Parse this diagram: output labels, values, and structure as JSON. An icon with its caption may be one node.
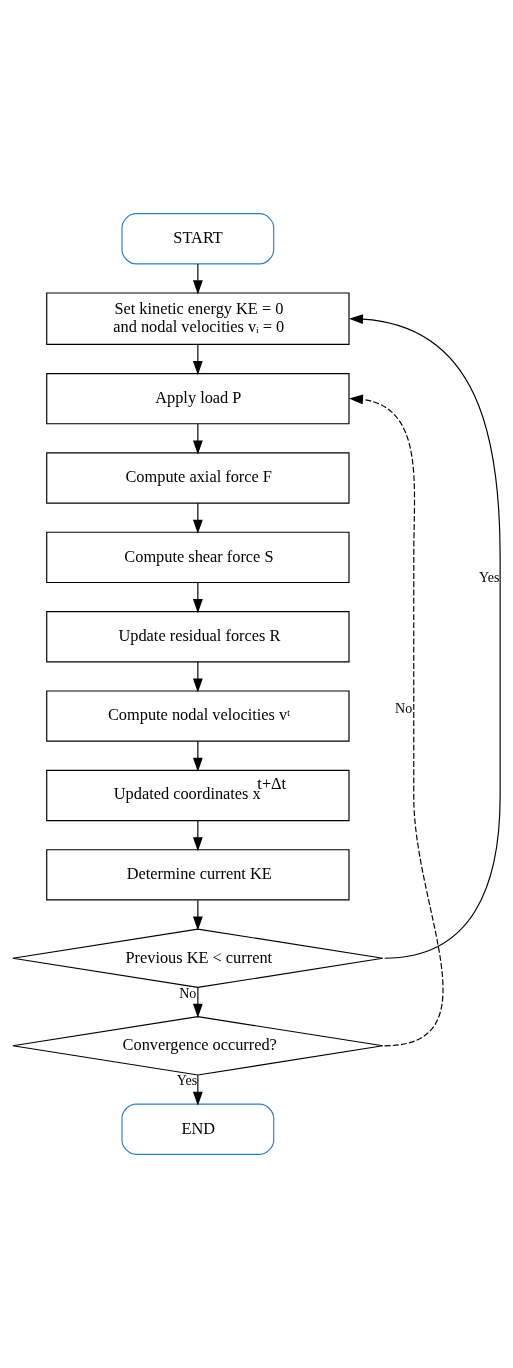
{
  "diagram": {
    "nodes": [
      {
        "text": [
          "START"
        ]
      },
      {
        "text": [
          "Set kinetic energy KE = 0 and nodal velocities vᵢ = 0"
        ]
      },
      {
        "text": [
          "Apply load P"
        ]
      },
      {
        "text": [
          "Compute axial force F"
        ]
      },
      {
        "text": [
          "Compute shear force S"
        ]
      },
      {
        "text": [
          "Update residual forces R"
        ]
      },
      {
        "text": [
          "Compute nodal velocities vᵗ"
        ]
      },
      {
        "text": [
          "Updated coordinates x$^{t+Δt}$"
        ]
      },
      {
        "text": [
          "Determine current KE"
        ]
      },
      {
        "text": [
          "Previous KE < current"
        ]
      },
      {
        "text": [
          "Convergence occurred?"
        ]
      },
      {
        "text": [
          "END"
        ]
      }
    ],
    "edges": [
      {
        "from": 0,
        "to": 1,
        "arrow": "to"
      },
      {
        "from": 1,
        "to": 2,
        "arrow": "to"
      },
      {
        "from": 2,
        "to": 3,
        "arrow": "to"
      },
      {
        "from": 3,
        "to": 4,
        "arrow": "to"
      },
      {
        "from": 4,
        "to": 5,
        "arrow": "to"
      },
      {
        "from": 5,
        "to": 6,
        "arrow": "to"
      },
      {
        "from": 6,
        "to": 7,
        "arrow": "to"
      },
      {
        "from": 7,
        "to": 8,
        "arrow": "to"
      },
      {
        "from": 8,
        "to": 9,
        "arrow": "to"
      },
      {
        "from": 9,
        "to": 1,
        "arrow": "to",
        "label": "Yes"
      },
      {
        "from": 9,
        "to": 10,
        "arrow": "to",
        "label": "No"
      },
      {
        "from": 10,
        "to": 2,
        "arrow": "to",
        "label": "No",
        "style": "dashed"
      },
      {
        "from": 10,
        "to": 11,
        "arrow": "to",
        "label": "Yes"
      }
    ]
  }
}
